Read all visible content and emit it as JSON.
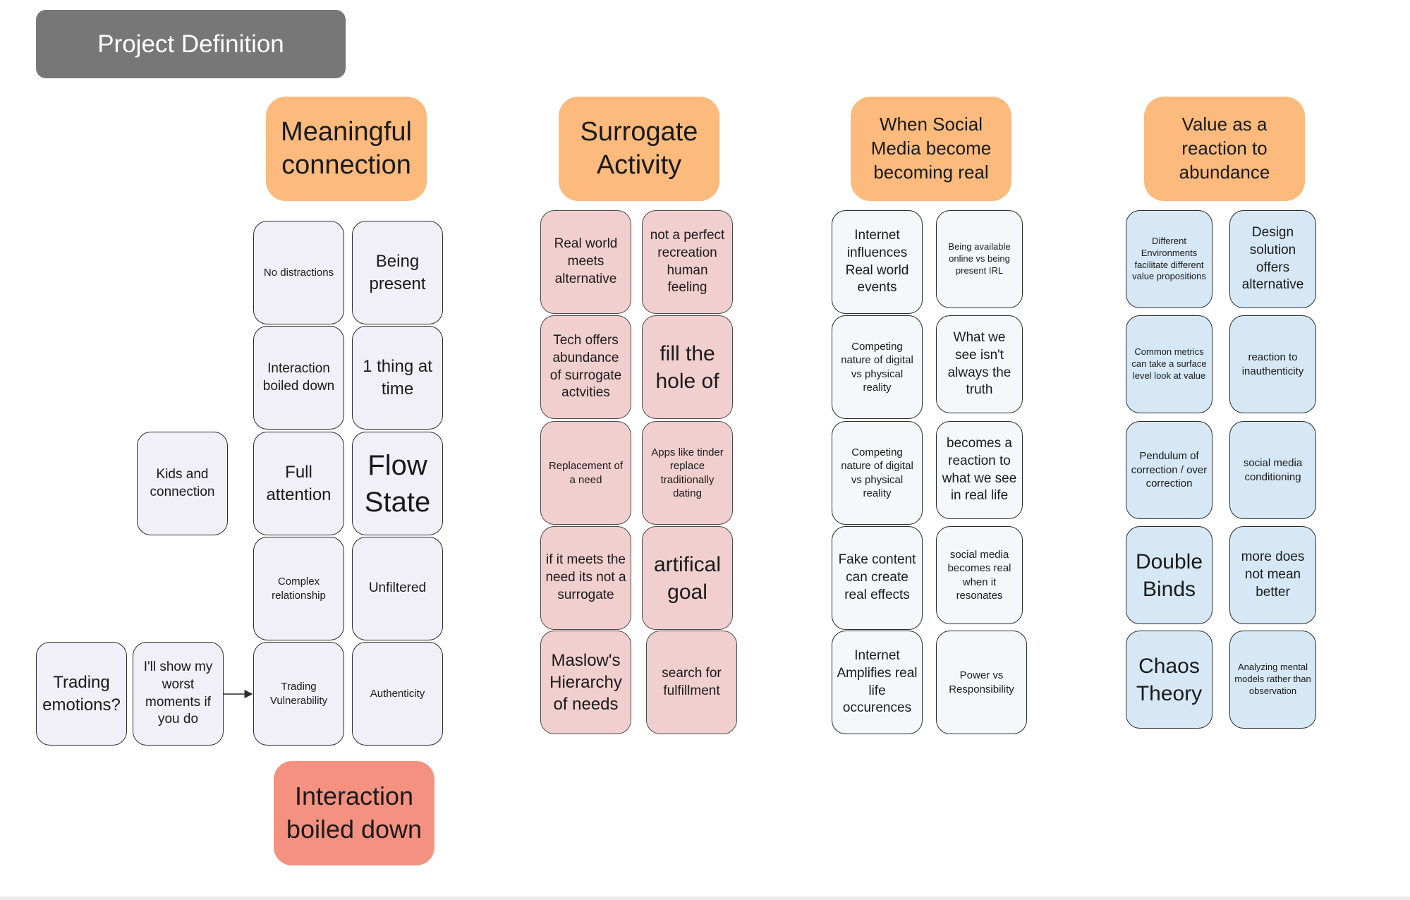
{
  "title": "Project Definition",
  "columns": [
    {
      "header": "Meaningful connection",
      "cards": [
        "No distractions",
        "Being present",
        "Interaction boiled down",
        "1 thing at time",
        "Full attention",
        "Flow State",
        "Complex relationship",
        "Unfiltered",
        "Trading Vulnerability",
        "Authenticity"
      ],
      "side_cards": [
        "Kids and connection",
        "Trading emotions?",
        "I'll show my worst moments if you do"
      ],
      "footer": "Interaction boiled down"
    },
    {
      "header": "Surrogate Activity",
      "cards": [
        "Real world meets alternative",
        "not a perfect recreation human feeling",
        "Tech offers abundance of surrogate actvities",
        "fill the hole of",
        "Replacement of a need",
        "Apps like tinder replace traditionally dating",
        "if it meets the need its not a surrogate",
        "artifical goal",
        "Maslow's Hierarchy of needs",
        "search for fulfillment"
      ]
    },
    {
      "header": "When Social Media become becoming real",
      "cards": [
        "Internet influences Real world events",
        "Being available online vs being present IRL",
        "Competing nature of digital vs physical reality",
        "What we see isn't always the truth",
        "Competing nature of digital vs physical reality",
        "becomes a reaction to what we see in real life",
        "Fake content can create real effects",
        "social media becomes real when it resonates",
        "Internet Amplifies real life occurences",
        "Power vs Responsibility"
      ]
    },
    {
      "header": "Value as a reaction to abundance",
      "cards": [
        "Different Environments facilitate different value propositions",
        "Design solution offers alternative",
        "Common metrics can take a surface level look at value",
        "reaction to inauthenticity",
        "Pendulum of correction / over correction",
        "social media conditioning",
        "Double Binds",
        "more does not mean better",
        "Chaos Theory",
        "Analyzing mental models rather than observation"
      ]
    }
  ],
  "colors": {
    "title_bg": "#777777",
    "header_bg": "#fcba7c",
    "footer_bg": "#f59180",
    "lavender_card": "#f1eff8",
    "pink_card": "#f1cfcf",
    "white_card": "#f5f8fb",
    "blue_card": "#d6e8f6"
  }
}
